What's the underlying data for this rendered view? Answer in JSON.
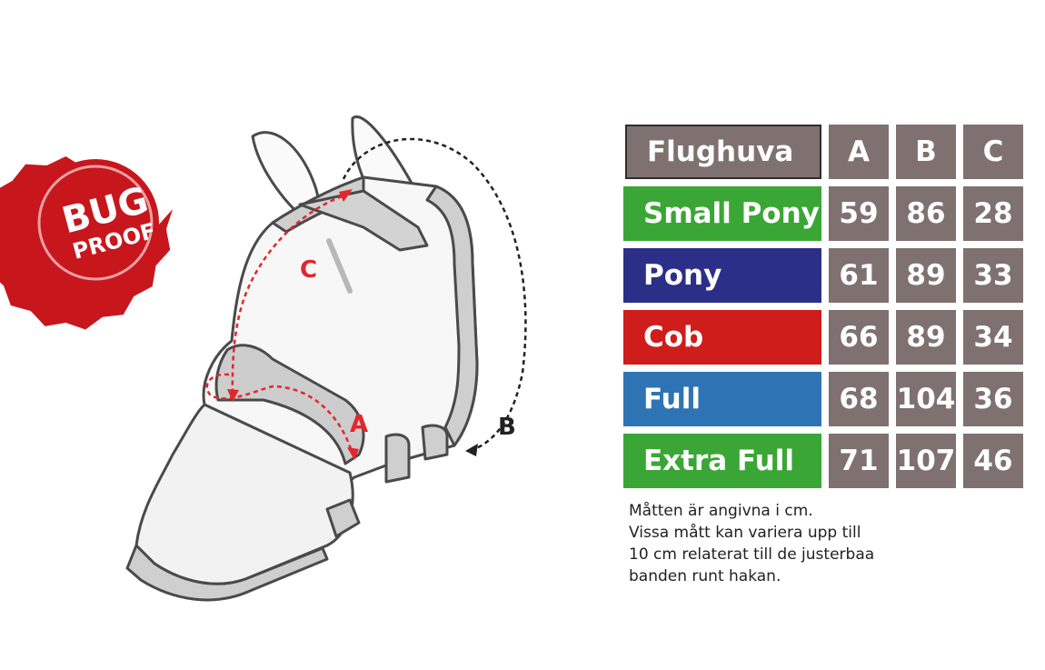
{
  "badge": {
    "line1": "BUG",
    "line2": "PROOF"
  },
  "diagram_labels": {
    "a": "A",
    "b": "B",
    "c": "C"
  },
  "table": {
    "header": {
      "name": "Flughuva",
      "a": "A",
      "b": "B",
      "c": "C"
    },
    "rows": [
      {
        "name": "Small Pony",
        "a": "59",
        "b": "86",
        "c": "28",
        "color": "#3aa635"
      },
      {
        "name": "Pony",
        "a": "61",
        "b": "89",
        "c": "33",
        "color": "#2b2f87"
      },
      {
        "name": "Cob",
        "a": "66",
        "b": "89",
        "c": "34",
        "color": "#cf1d1c"
      },
      {
        "name": "Full",
        "a": "68",
        "b": "104",
        "c": "36",
        "color": "#2e74b4"
      },
      {
        "name": "Extra Full",
        "a": "71",
        "b": "107",
        "c": "46",
        "color": "#3aa635"
      }
    ]
  },
  "note": {
    "line1": "Måtten är angivna i cm.",
    "line2": "Vissa mått kan variera upp till",
    "line3": "10 cm relaterat till de justerbaa",
    "line4": "banden runt hakan."
  },
  "colors": {
    "header_bg": "#7f7170",
    "badge_red": "#c8161d",
    "arrow_red": "#e3262b"
  }
}
